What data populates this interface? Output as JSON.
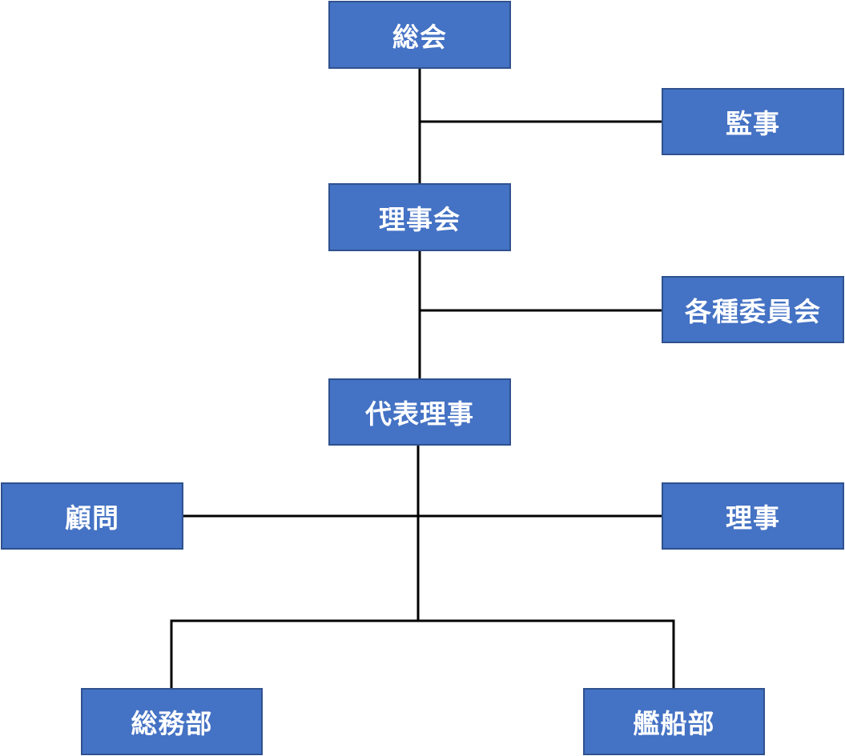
{
  "colors": {
    "box_fill": "#4472c4",
    "box_border": "#2f528f",
    "box_text": "#ffffff",
    "line": "#000000"
  },
  "nodes": {
    "general_meeting": "総会",
    "auditor": "監事",
    "board_of_directors": "理事会",
    "committees": "各種委員会",
    "representative_director": "代表理事",
    "advisor": "顧問",
    "director": "理事",
    "general_affairs": "総務部",
    "fleet": "艦船部"
  }
}
